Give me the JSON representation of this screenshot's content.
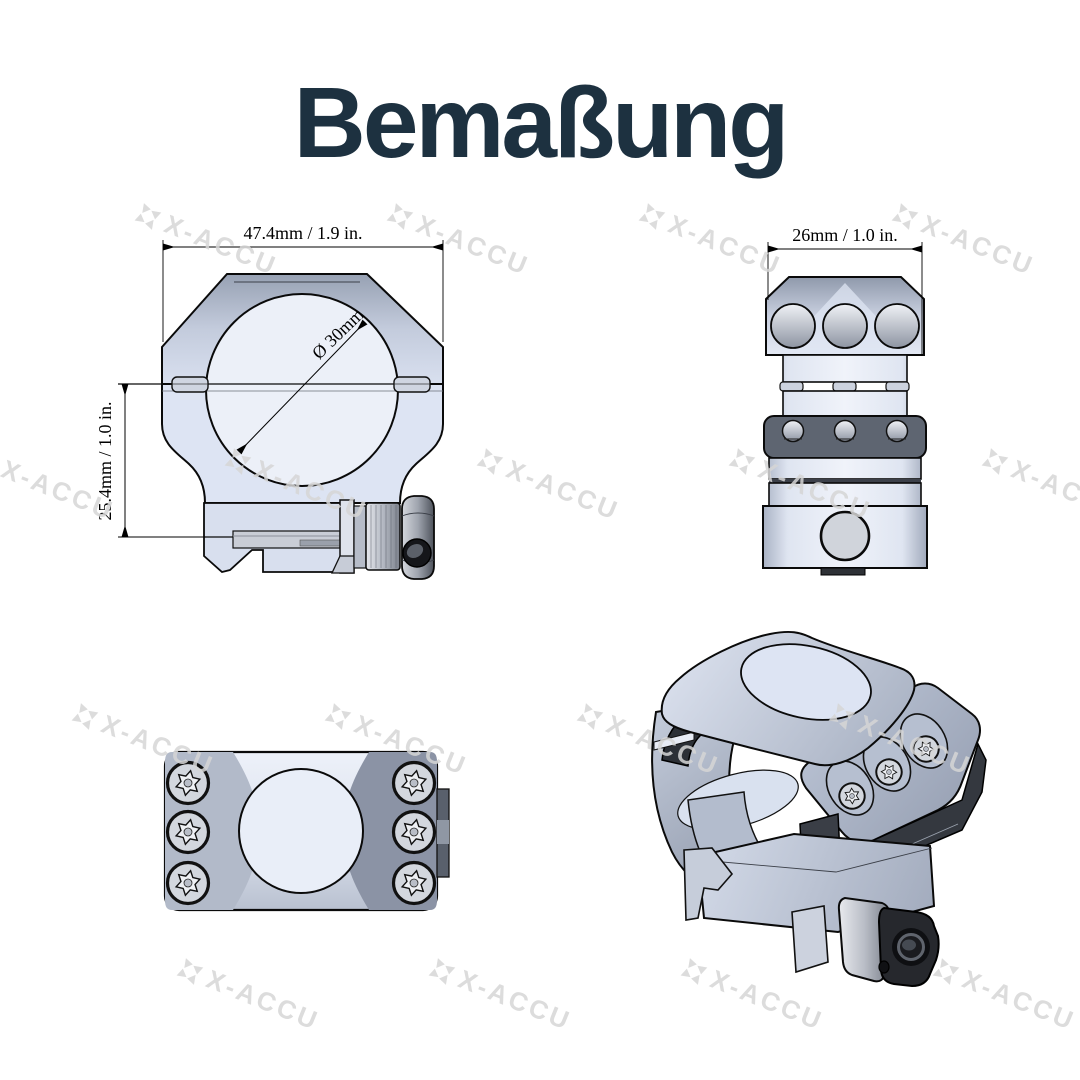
{
  "title": "Bemaßung",
  "colors": {
    "title": "#1d3140",
    "watermark": "#d6d6d6",
    "outline": "#0a0a0a",
    "body_light": "#dde4f3",
    "body_mid": "#b7c0d3",
    "body_dark": "#8d96a8",
    "band_dark": "#5e6571",
    "metal_dark": "#26282d",
    "background": "#ffffff"
  },
  "watermark": {
    "icon": "pinwheel-star-icon",
    "text": "X-ACCU",
    "rotation_deg": 22,
    "positions": [
      [
        137,
        196
      ],
      [
        389,
        196
      ],
      [
        641,
        196
      ],
      [
        894,
        196
      ],
      [
        -26,
        441
      ],
      [
        227,
        441
      ],
      [
        479,
        441
      ],
      [
        731,
        441
      ],
      [
        984,
        441
      ],
      [
        74,
        696
      ],
      [
        327,
        696
      ],
      [
        579,
        696
      ],
      [
        831,
        696
      ],
      [
        179,
        951
      ],
      [
        431,
        951
      ],
      [
        683,
        951
      ],
      [
        935,
        951
      ]
    ]
  },
  "views": {
    "side_view": {
      "width_dim": "47.4mm / 1.9 in.",
      "height_dim": "25.4mm / 1.0 in.",
      "bore_dim": "Ø 30mm"
    },
    "front_view": {
      "width_dim": "26mm / 1.0 in."
    }
  }
}
